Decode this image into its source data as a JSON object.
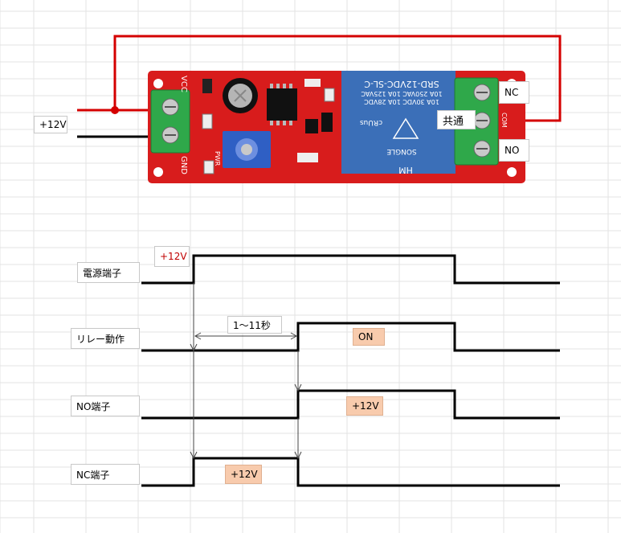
{
  "board": {
    "vcc_label": "VCC",
    "gnd_label": "GND",
    "pwr_label": "PWR",
    "relay_text_1": "SRD-12VDC-SL-C",
    "relay_text_2": "10A 250VAC 10A 125VAC",
    "relay_text_3": "10A 30VDC 10A 28VDC",
    "relay_brand": "SONGLE",
    "relay_mark": "cRUus",
    "relay_sub": "HM",
    "out_label": "COM"
  },
  "labels": {
    "supply": "+12V",
    "nc": "NC",
    "common": "共通",
    "no": "NO"
  },
  "timing": {
    "rows": [
      {
        "name": "電源端子"
      },
      {
        "name": "リレー動作"
      },
      {
        "name": "NO端子"
      },
      {
        "name": "NC端子"
      }
    ],
    "power_level": "+12V",
    "delay": "1〜11秒",
    "relay_state": "ON",
    "no_level": "+12V",
    "nc_level": "+12V"
  },
  "colors": {
    "wire_red": "#d40000",
    "wire_black": "#000000",
    "pcb": "#d81c1c",
    "relay": "#3b6fb8",
    "terminal": "#2fa84a",
    "highlight": "#f8cbad"
  }
}
